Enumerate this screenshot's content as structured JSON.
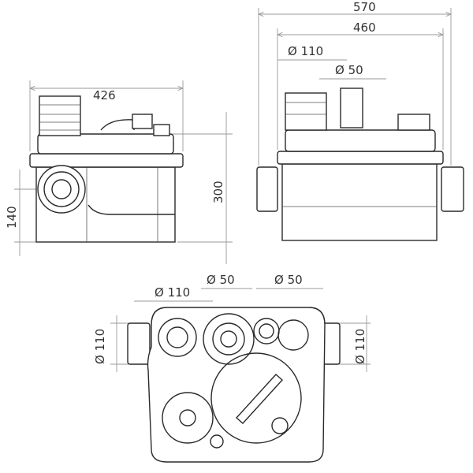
{
  "side_view": {
    "width_label": "426",
    "height_label": "300",
    "inlet_height_label": "140"
  },
  "front_view": {
    "overall_width_label": "570",
    "body_width_label": "460",
    "outlet_large_label": "Ø 110",
    "outlet_small_label": "Ø 50"
  },
  "top_view": {
    "top_left_label": "Ø 110",
    "top_mid_label": "Ø 50",
    "top_right_label": "Ø 50",
    "left_side_label": "Ø 110",
    "right_side_label": "Ø 110"
  }
}
